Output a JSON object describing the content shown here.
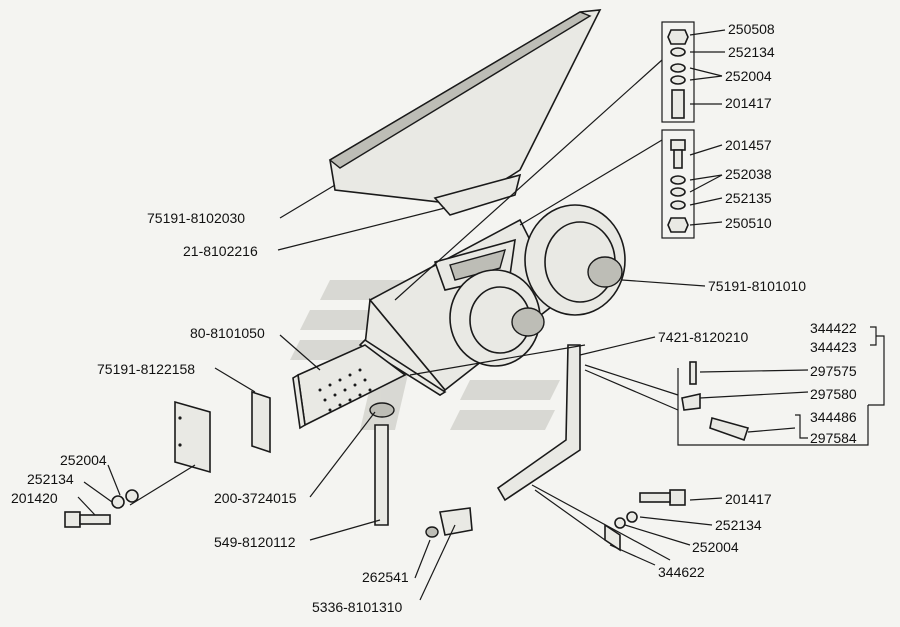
{
  "labels": {
    "l250508": "250508",
    "l252134a": "252134",
    "l252004a": "252004",
    "l201417a": "201417",
    "l201457": "201457",
    "l252038": "252038",
    "l252135": "252135",
    "l250510": "250510",
    "l75191_8102030": "75191-8102030",
    "l21_8102216": "21-8102216",
    "l75191_8101010": "75191-8101010",
    "l80_8101050": "80-8101050",
    "l7421_8120210": "7421-8120210",
    "l344422": "344422",
    "l344423": "344423",
    "l297575": "297575",
    "l297580": "297580",
    "l344486": "344486",
    "l297584": "297584",
    "l75191_8122158": "75191-8122158",
    "l252004b": "252004",
    "l252134b": "252134",
    "l201420": "201420",
    "l200_3724015": "200-3724015",
    "l549_8120112": "549-8120112",
    "l201417b": "201417",
    "l252134c": "252134",
    "l252004c": "252004",
    "l344622": "344622",
    "l262541": "262541",
    "l5336_8101310": "5336-8101310"
  }
}
